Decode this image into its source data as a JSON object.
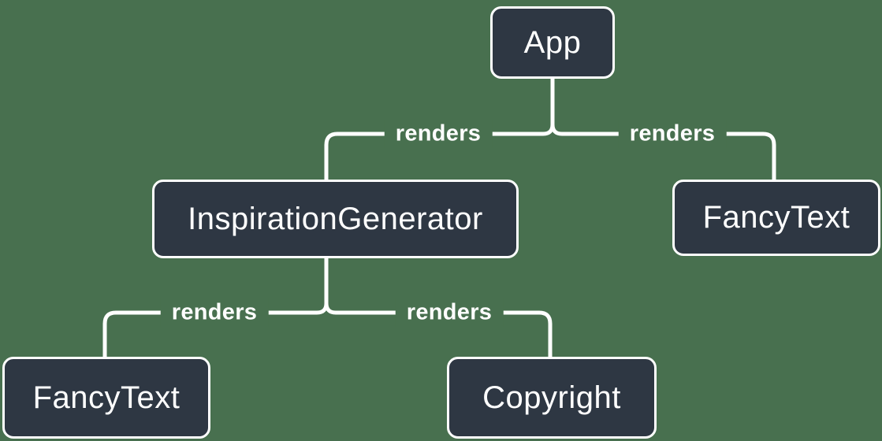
{
  "diagram": {
    "type": "tree",
    "description": "React render tree diagram",
    "colors": {
      "background": "#48704F",
      "node_fill": "#2E3743",
      "node_border": "#FFFFFF",
      "edge_line": "#FFFFFF",
      "text": "#FFFFFF"
    },
    "nodes": [
      {
        "id": "app",
        "label": "App"
      },
      {
        "id": "inspiration-generator",
        "label": "InspirationGenerator"
      },
      {
        "id": "fancy-text-top",
        "label": "FancyText"
      },
      {
        "id": "fancy-text-bottom",
        "label": "FancyText"
      },
      {
        "id": "copyright",
        "label": "Copyright"
      }
    ],
    "edges": [
      {
        "from": "app",
        "to": "inspiration-generator",
        "label": "renders"
      },
      {
        "from": "app",
        "to": "fancy-text-top",
        "label": "renders"
      },
      {
        "from": "inspiration-generator",
        "to": "fancy-text-bottom",
        "label": "renders"
      },
      {
        "from": "inspiration-generator",
        "to": "copyright",
        "label": "renders"
      }
    ]
  }
}
